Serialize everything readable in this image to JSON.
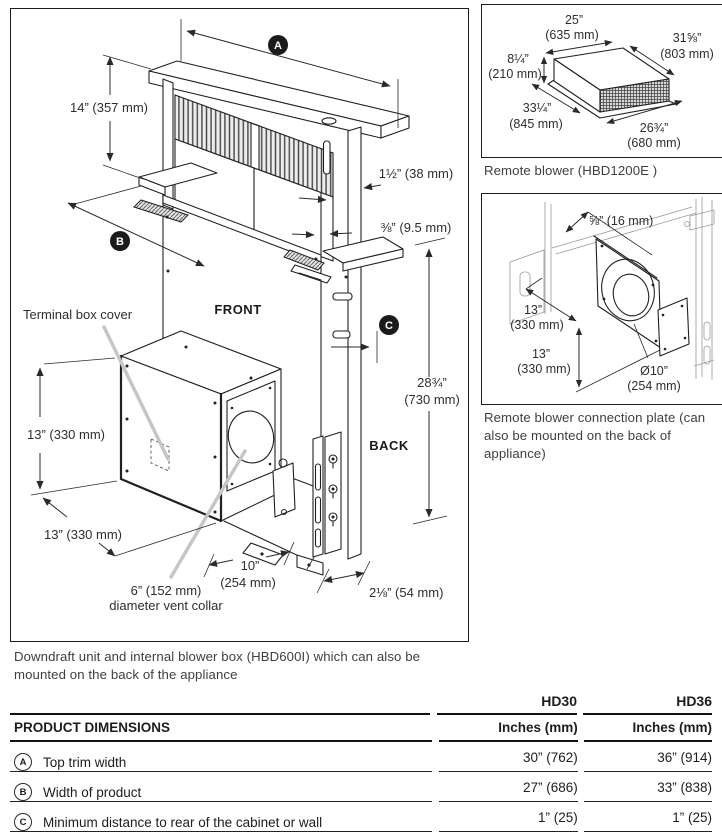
{
  "main_diagram": {
    "caption": "Downdraft unit and internal blower box (HBD600I) which can also be mounted on the back of the appliance",
    "labels": {
      "callout_a": "A",
      "callout_b": "B",
      "callout_c": "C",
      "front": "FRONT",
      "back": "BACK",
      "terminal_box": "Terminal box cover",
      "dim_top_height": "14” (357 mm)",
      "dim_side_thickness": "1½” (38 mm)",
      "dim_gap": "⅜” (9.5 mm)",
      "dim_height_line1": "28¾”",
      "dim_height_line2": "(730 mm)",
      "dim_box_height": "13” (330 mm)",
      "dim_box_depth": "13” (330 mm)",
      "dim_box_width_line1": "10”",
      "dim_box_width_line2": "(254 mm)",
      "vent_collar_line1": "6” (152 mm)",
      "vent_collar_line2": "diameter vent collar",
      "dim_bottom": "2⅛” (54 mm)"
    }
  },
  "remote_blower": {
    "caption": "Remote blower (HBD1200E )",
    "labels": {
      "dim_width_line1": "25”",
      "dim_width_line2": "(635 mm)",
      "dim_diag_line1": "31⅝”",
      "dim_diag_line2": "(803 mm)",
      "dim_height_line1": "8¼”",
      "dim_height_line2": "(210 mm)",
      "dim_depth_line1": "33¼”",
      "dim_depth_line2": "(845 mm)",
      "dim_front_line1": "26¾”",
      "dim_front_line2": "(680 mm)"
    }
  },
  "connection_plate": {
    "caption": "Remote blower connection plate (can also be mounted on the back of appliance)",
    "labels": {
      "dim_offset": "⅝” (16 mm)",
      "dim_w_line1": "13”",
      "dim_w_line2": "(330 mm)",
      "dim_h_line1": "13”",
      "dim_h_line2": "(330 mm)",
      "dim_hole_line1": "Ø10”",
      "dim_hole_line2": "(254 mm)"
    }
  },
  "table": {
    "models": [
      "HD30",
      "HD36"
    ],
    "header": "PRODUCT DIMENSIONS",
    "unit_label": "Inches (mm)",
    "rows": [
      {
        "mark": "A",
        "label": "Top trim width",
        "hd30": "30” (762)",
        "hd36": "36” (914)"
      },
      {
        "mark": "B",
        "label": "Width of product",
        "hd30": "27” (686)",
        "hd36": "33” (838)"
      },
      {
        "mark": "C",
        "label": "Minimum distance to rear of the cabinet or wall",
        "hd30": "1” (25)",
        "hd36": "1” (25)"
      }
    ]
  }
}
